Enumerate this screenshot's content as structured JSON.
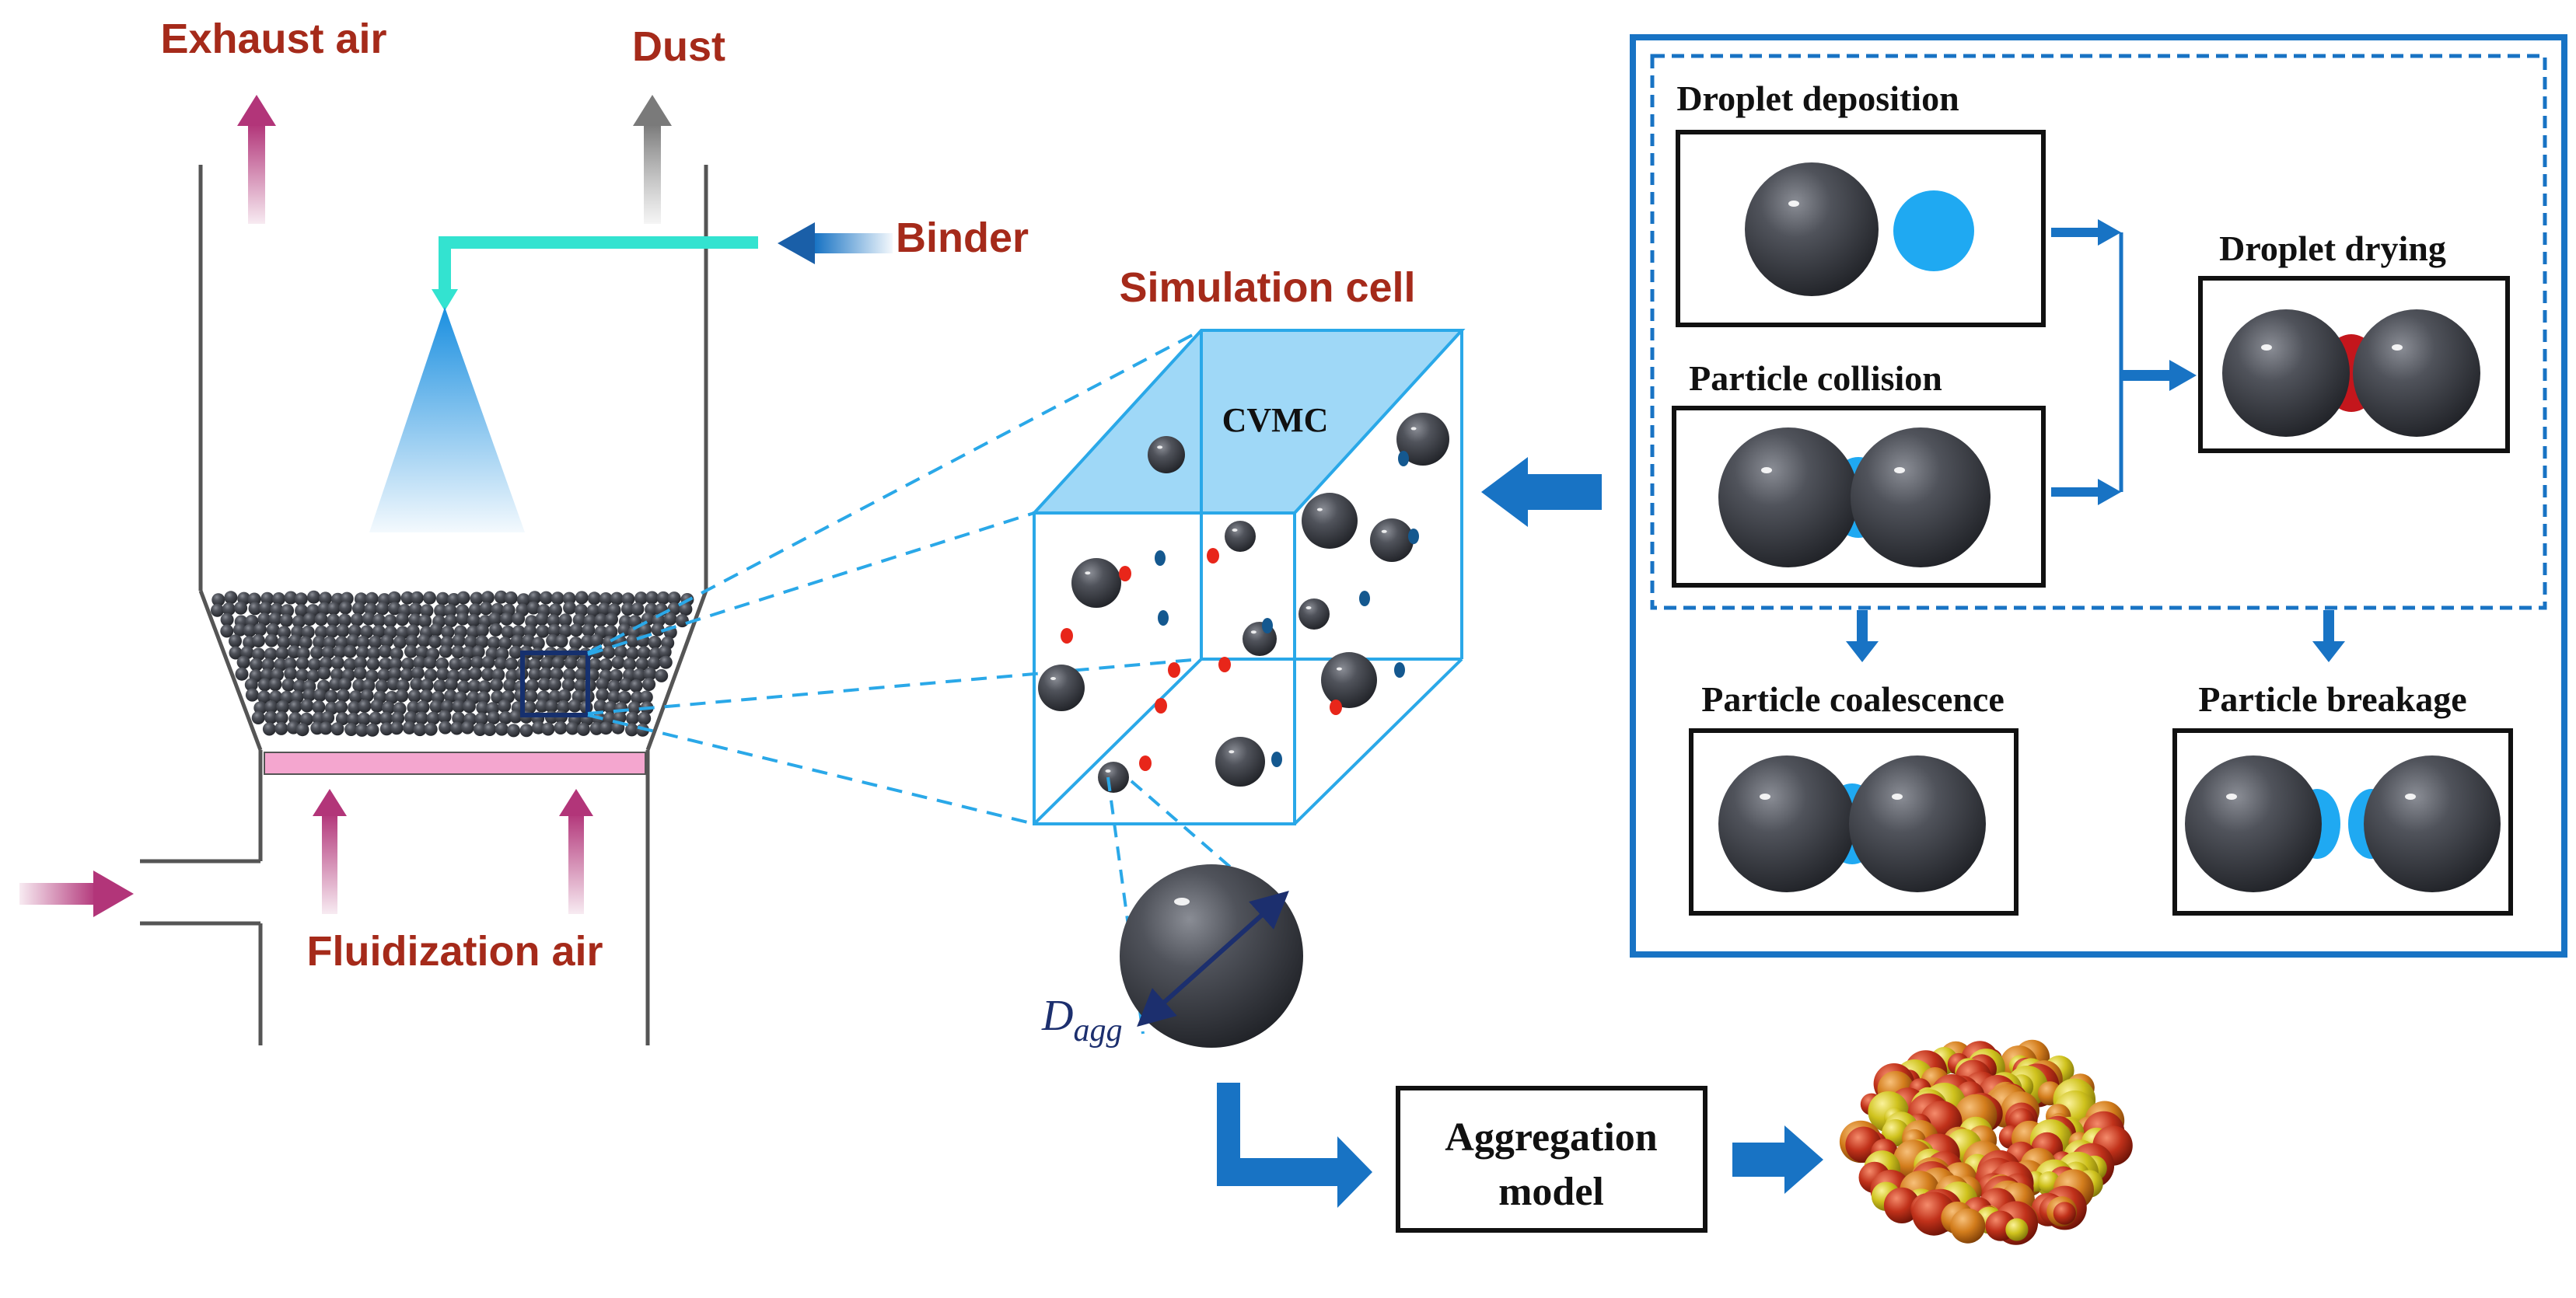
{
  "labels": {
    "exhaust_air": "Exhaust air",
    "dust": "Dust",
    "binder": "Binder",
    "fluidization_air": "Fluidization air",
    "simulation_cell": "Simulation cell",
    "cvmc": "CVMC",
    "d_agg_main": "D",
    "d_agg_sub": "agg",
    "droplet_deposition": "Droplet deposition",
    "droplet_drying": "Droplet drying",
    "particle_collision": "Particle collision",
    "particle_coalescence": "Particle coalescence",
    "particle_breakage": "Particle breakage",
    "aggregation_model_line1": "Aggregation",
    "aggregation_model_line2": "model"
  },
  "colors": {
    "label_red": "#a52a1a",
    "cell_blue": "#2aa8e8",
    "arrow_blue": "#1873c4",
    "binder_line": "#33e3d0",
    "distributor_pink": "#f4a6cf",
    "air_arrow": "#b23579",
    "droplet_blue": "#1fa9f2",
    "bridge_red": "#c4161c",
    "particle_dark": "#4a4d55"
  }
}
